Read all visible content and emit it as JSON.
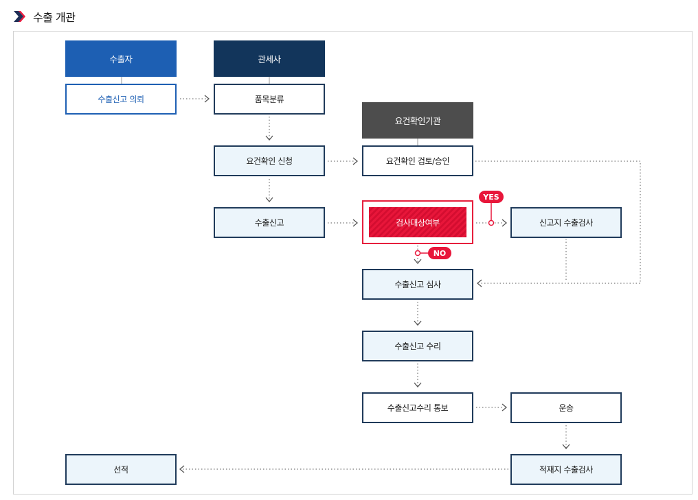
{
  "page": {
    "title": "수출 개관"
  },
  "colors": {
    "brand_red": "#e8163a",
    "navy": "#1f3a5a",
    "blue": "#1d5fb3",
    "gray_header": "#4d4d4d",
    "node_fill": "#ecf5fb"
  },
  "icons": {
    "title_marker": "chevron-right-icon"
  },
  "diagram": {
    "headers": {
      "exporter": "수출자",
      "customs_broker": "관세사",
      "verification_agency": "요건확인기관"
    },
    "nodes": {
      "export_declaration_request": "수출신고 의뢰",
      "item_classification": "품목분류",
      "requirement_check_application": "요건확인 신청",
      "requirement_check_review": "요건확인 검토/승인",
      "export_declaration": "수출신고",
      "inspection_target": "검사대상여부",
      "declared_place_inspection": "신고지 수출검사",
      "declaration_review": "수출신고 심사",
      "declaration_acceptance": "수출신고 수리",
      "acceptance_notice": "수출신고수리 통보",
      "transport": "운송",
      "loading_place_inspection": "적재지 수출검사",
      "loading": "선적"
    },
    "badges": {
      "yes": "YES",
      "no": "NO"
    }
  }
}
